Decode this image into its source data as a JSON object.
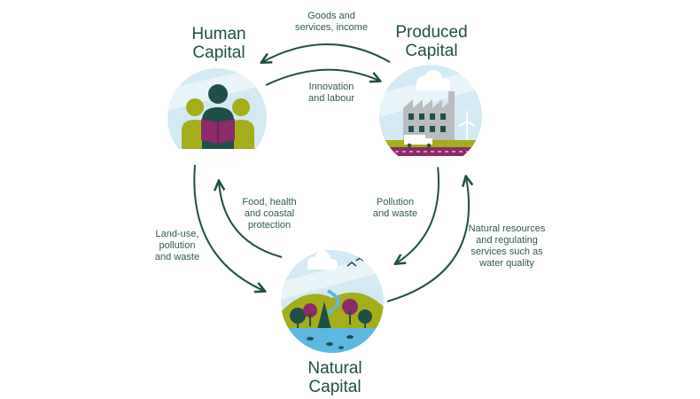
{
  "nodes": {
    "human": {
      "line1": "Human",
      "line2": "Capital"
    },
    "produced": {
      "line1": "Produced",
      "line2": "Capital"
    },
    "natural": {
      "line1": "Natural",
      "line2": "Capital"
    }
  },
  "flows": {
    "goods": [
      "Goods and",
      "services, income"
    ],
    "innovation": [
      "Innovation",
      "and labour"
    ],
    "food": [
      "Food, health",
      "and coastal",
      "protection"
    ],
    "pollution": [
      "Pollution",
      "and waste"
    ],
    "landuse": [
      "Land-use,",
      "pollution",
      "and waste"
    ],
    "resources": [
      "Natural resources",
      "and regulating",
      "services such as",
      "water quality"
    ]
  },
  "colors": {
    "arrow": "#1f4f46",
    "sky": "#cfe6f1",
    "olive": "#a4ad1a",
    "plum": "#8c2a6a",
    "teal": "#1f4f46",
    "grey_building": "#b8bcbf"
  }
}
